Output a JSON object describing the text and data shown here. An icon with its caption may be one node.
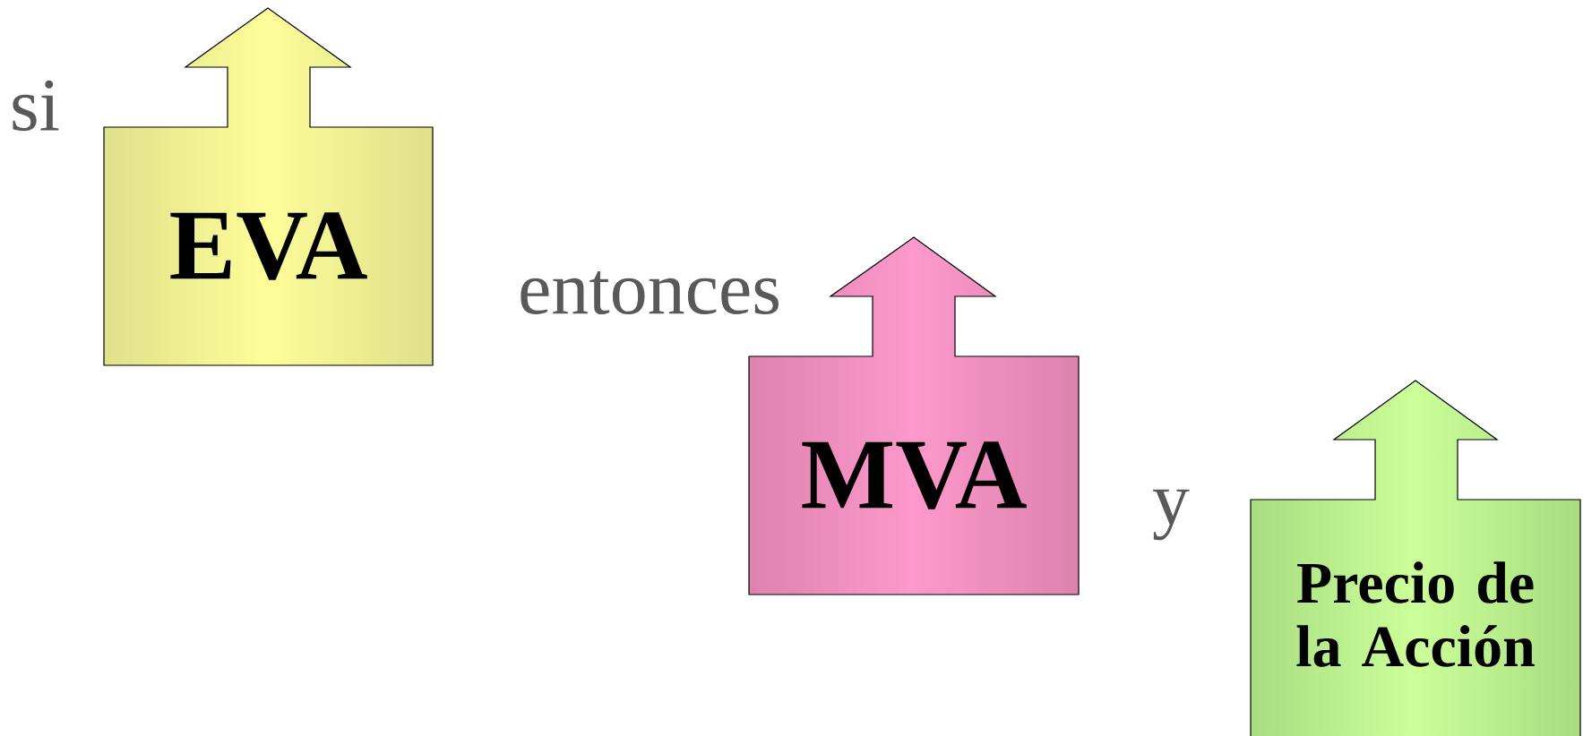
{
  "diagram": {
    "nodes": [
      {
        "text": [
          "EVA"
        ]
      },
      {
        "text": [
          "MVA"
        ]
      },
      {
        "text": [
          "Precio de la Acción"
        ]
      }
    ],
    "labels": [
      "si",
      "entonces",
      "y"
    ]
  }
}
